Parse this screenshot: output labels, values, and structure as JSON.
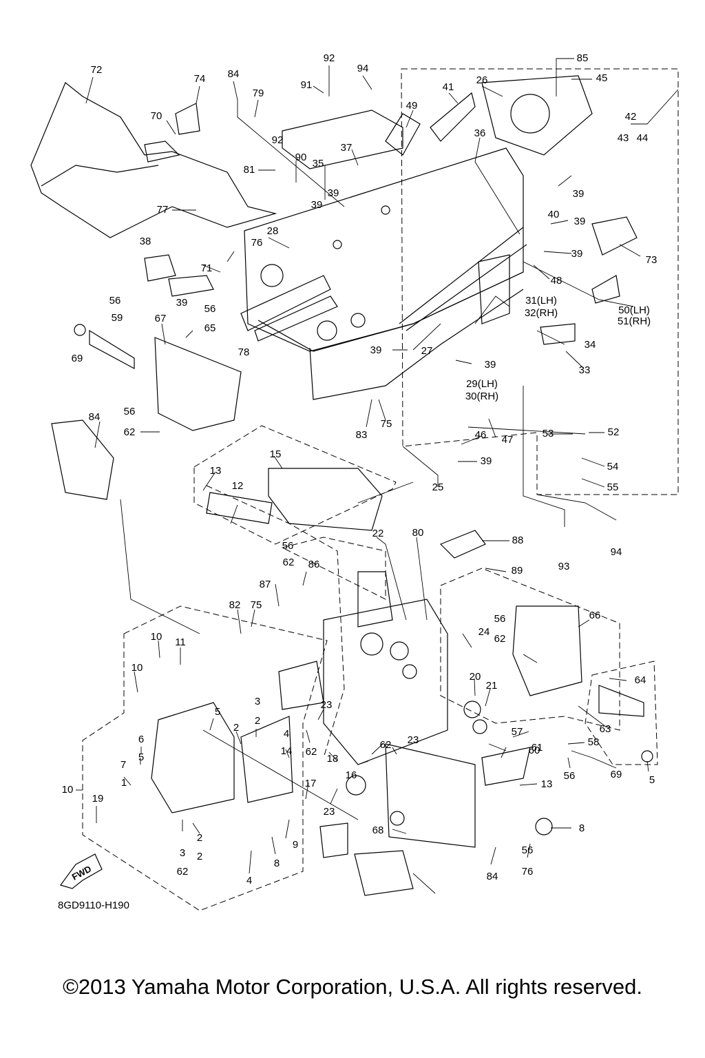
{
  "drawing_code": "8GD9110-H190",
  "copyright": "©2013 Yamaha Motor Corporation, U.S.A. All rights reserved.",
  "fwd_badge": "FWD",
  "callouts": [
    "72",
    "74",
    "84",
    "79",
    "92",
    "91",
    "94",
    "85",
    "45",
    "26",
    "41",
    "49",
    "42",
    "43",
    "44",
    "36",
    "70",
    "92",
    "90",
    "35",
    "37",
    "81",
    "77",
    "39",
    "39",
    "39",
    "40",
    "39",
    "39",
    "48",
    "73",
    "38",
    "28",
    "76",
    "71",
    "39",
    "31(LH)",
    "32(RH)",
    "50(LH)",
    "51(RH)",
    "56",
    "59",
    "67",
    "56",
    "65",
    "69",
    "78",
    "39",
    "27",
    "39",
    "34",
    "33",
    "29(LH)",
    "30(RH)",
    "84",
    "56",
    "62",
    "83",
    "75",
    "47",
    "53",
    "52",
    "46",
    "39",
    "54",
    "55",
    "25",
    "15",
    "13",
    "12",
    "22",
    "80",
    "88",
    "89",
    "93",
    "94",
    "56",
    "62",
    "86",
    "87",
    "82",
    "75",
    "66",
    "56",
    "62",
    "24",
    "10",
    "11",
    "10",
    "23",
    "20",
    "21",
    "64",
    "5",
    "2",
    "3",
    "2",
    "4",
    "14",
    "62",
    "57",
    "60",
    "61",
    "58",
    "63",
    "56",
    "69",
    "5",
    "6",
    "5",
    "7",
    "1",
    "10",
    "19",
    "18",
    "16",
    "23",
    "62",
    "13",
    "17",
    "23",
    "68",
    "8",
    "9",
    "8",
    "4",
    "3",
    "2",
    "2",
    "62",
    "56",
    "76",
    "84"
  ]
}
